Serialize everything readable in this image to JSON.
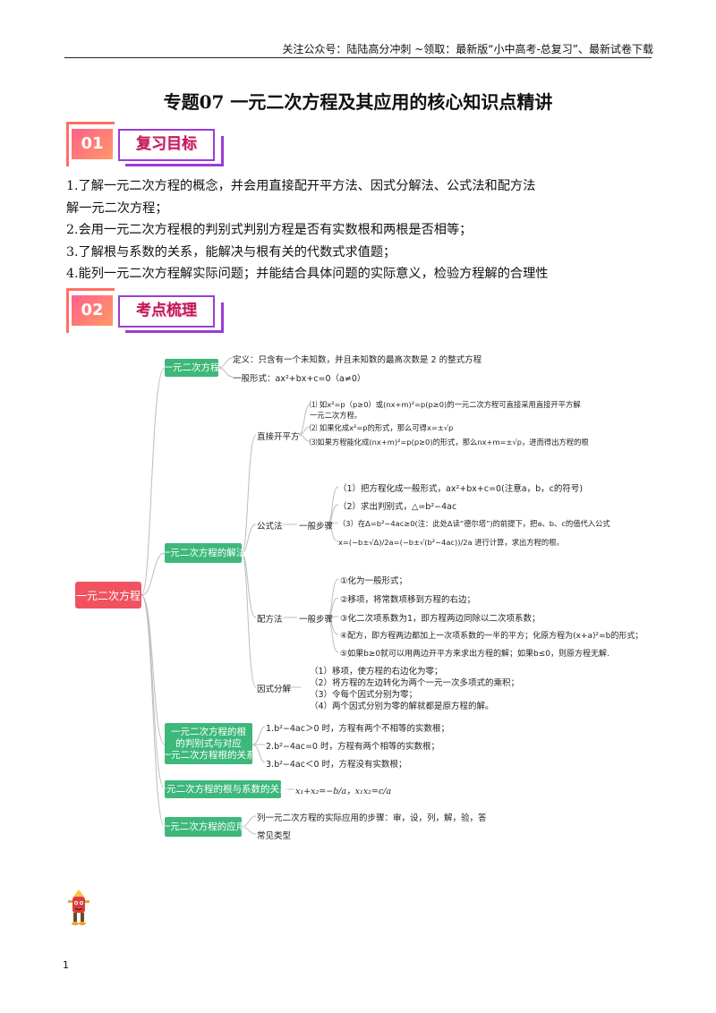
{
  "header": {
    "note": "关注公众号：陆陆高分冲刺 ~领取：最新版“小中高考-总复习”、最新试卷下载"
  },
  "title": "专题07 一元二次方程及其应用的核心知识点精讲",
  "sections": [
    {
      "num": "01",
      "label": "复习目标"
    },
    {
      "num": "02",
      "label": "考点梳理"
    }
  ],
  "goals": [
    "1.了解一元二次方程的概念，并会用直接配开平方法、因式分解法、公式法和配方法",
    "解一元二次方程；",
    "2.会用一元二次方程根的判别式判别方程是否有实数根和两根是否相等；",
    "3.了解根与系数的关系，能解决与根有关的代数式求值题；",
    "4.能列一元二次方程解实际问题；并能结合具体问题的实际意义，检验方程解的合理性"
  ],
  "mindmap": {
    "root": "一元二次方程",
    "b1": {
      "label": "一元二次方程",
      "def": "定义：只含有一个未知数，并且未知数的最高次数是 2 的整式方程",
      "form": "一般形式：ax²+bx+c=0（a≠0）"
    },
    "b2": {
      "label": "一元二次方程的解法",
      "direct": {
        "label": "直接开平方",
        "items": [
          "⑴ 如x²=p（p≥0）或(nx+m)²=p(p≥0)的一元二次方程可直接采用直接开平方解",
          "一元二次方程。",
          "⑵ 如果化成x²=p的形式，那么可得x=±√p",
          "⑶如果方程能化成(nx+m)²=p(p≥0)的形式，那么nx+m=±√p，进而得出方程的根"
        ]
      },
      "formula": {
        "label": "公式法",
        "steps_label": "一般步骤",
        "items": [
          "（1）把方程化成一般形式，ax²+bx+c=0(注意a，b，c的符号)",
          "（2）求出判别式，△=b²−4ac",
          "（3）在Δ=b²−4ac≥0(注：此处Δ读“德尔塔”)的前提下，把a、b、c的值代入公式",
          "x=(−b±√Δ)/2a=(−b±√(b²−4ac))/2a 进行计算，求出方程的根。"
        ]
      },
      "completing": {
        "label": "配方法",
        "steps_label": "一般步骤",
        "items": [
          "①化为一般形式；",
          "②移项，将常数项移到方程的右边；",
          "③化二次项系数为1，即方程两边同除以二次项系数；",
          "④配方，即方程两边都加上一次项系数的一半的平方；化原方程为(x+a)²=b的形式；",
          "⑤如果b≥0就可以用两边开平方来求出方程的解；如果b≤0，则原方程无解."
        ]
      },
      "factoring": {
        "label": "因式分解",
        "items": [
          "（1）移项，使方程的右边化为零；",
          "（2）将方程的左边转化为两个一元一次多项式的乘积；",
          "（3）令每个因式分别为零；",
          "（4）两个因式分别为零的解就都是原方程的解。"
        ]
      }
    },
    "b3": {
      "label_lines": [
        "一元二次方程的根",
        "的判别式与对应",
        "一元二次方程根的关系"
      ],
      "items": [
        "1.b²−4ac＞0 时，方程有两个不相等的实数根；",
        "2.b²−4ac=0 时，方程有两个相等的实数根；",
        "3.b²−4ac＜0 时，方程没有实数根；"
      ]
    },
    "b4": {
      "label": "一元二次方程的根与系数的关系",
      "formula": "x₁+x₂=−b/a，x₁x₂=c/a"
    },
    "b5": {
      "label": "一元二次方程的应用",
      "items": [
        "列一元二次方程的实际应用的步骤：审，设，列，解，验，答",
        "常见类型"
      ]
    }
  },
  "page_number": "1",
  "colors": {
    "root": "#f0525f",
    "node": "#3db87a",
    "line": "#bdbdbd",
    "badge_accent": "#9b3cd6"
  }
}
